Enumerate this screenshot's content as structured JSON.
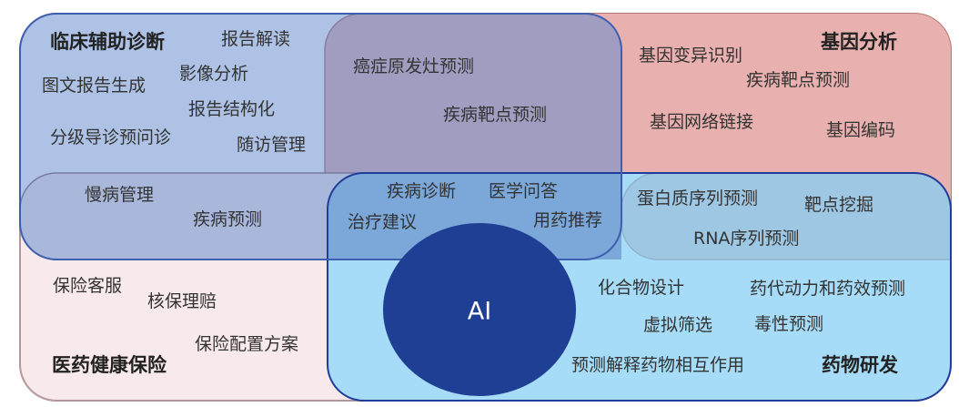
{
  "colors": {
    "insurance_bg": "#f8eaea",
    "gene_bg": "#e8b0ae",
    "clinical_bg": "#adc2e5",
    "clinical_gene_overlap": "#a19dc0",
    "chronic_bg": "#a9b7da",
    "drug_bg": "#a6dcf7",
    "drug_gene_overlap": "#9ec7e3",
    "drug_clinical_overlap": "#7ba7d9",
    "ai_core": "#1f3f95"
  },
  "center": {
    "label": "AI"
  },
  "clinical": {
    "title": "临床辅助诊断",
    "items": [
      "报告解读",
      "影像分析",
      "图文报告生成",
      "报告结构化",
      "分级导诊预问诊",
      "随访管理"
    ]
  },
  "clinical_gene": {
    "items": [
      "癌症原发灶预测",
      "疾病靶点预测"
    ]
  },
  "gene": {
    "title": "基因分析",
    "items": [
      "基因变异识别",
      "疾病靶点预测",
      "基因网络链接",
      "基因编码"
    ]
  },
  "chronic": {
    "items": [
      "慢病管理",
      "疾病预测"
    ]
  },
  "clinical_drug": {
    "items": [
      "疾病诊断",
      "医学问答",
      "治疗建议",
      "用药推荐"
    ]
  },
  "gene_drug": {
    "items": [
      "蛋白质序列预测",
      "靶点挖掘",
      "RNA序列预测"
    ]
  },
  "insurance": {
    "title": "医药健康保险",
    "items": [
      "保险客服",
      "核保理赔",
      "保险配置方案"
    ]
  },
  "drug": {
    "title": "药物研发",
    "items": [
      "化合物设计",
      "药代动力和药效预测",
      "虚拟筛选",
      "毒性预测",
      "预测解释药物相互作用"
    ]
  }
}
